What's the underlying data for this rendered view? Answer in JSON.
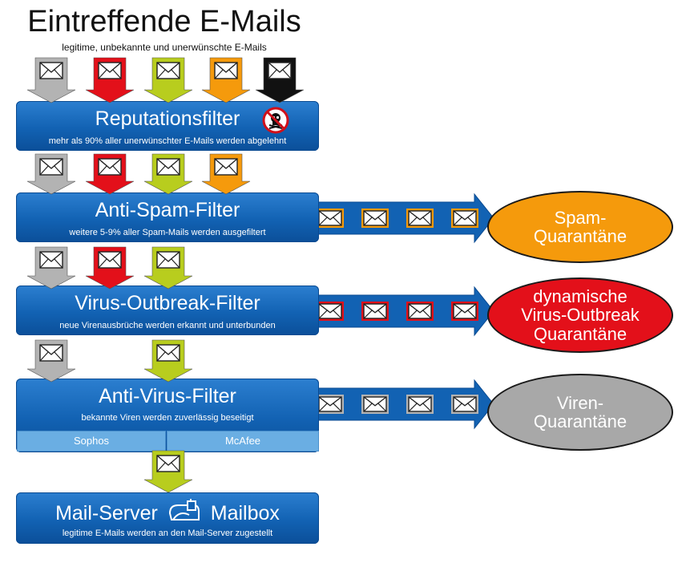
{
  "header": {
    "title": "Eintreffende E-Mails",
    "subtitle": "legitime, unbekannte und unerwünschte E-Mails"
  },
  "colors": {
    "grey": "#b3b3b3",
    "red": "#e3101a",
    "green": "#b8cd1e",
    "orange": "#f59a0c",
    "black": "#111111",
    "filter_blue": "#1262b3",
    "engine_blue": "#6aaee3",
    "spam_quarantine": "#f59a0c",
    "virus_outbreak_quarantine": "#e3101a",
    "virus_quarantine": "#a8a8a8"
  },
  "filters": [
    {
      "title": "Reputationsfilter",
      "subtitle": "mehr als 90% aller unerwünschter E-Mails werden abgelehnt",
      "icon": "skull-prohibited-icon"
    },
    {
      "title": "Anti-Spam-Filter",
      "subtitle": "weitere 5-9% aller Spam-Mails werden ausgefiltert"
    },
    {
      "title": "Virus-Outbreak-Filter",
      "subtitle": "neue Virenausbrüche werden erkannt und unterbunden"
    },
    {
      "title": "Anti-Virus-Filter",
      "subtitle": "bekannte Viren werden zuverlässig beseitigt",
      "engines": [
        "Sophos",
        "McAfee"
      ]
    },
    {
      "title_left": "Mail-Server",
      "title_right": "Mailbox",
      "subtitle": "legitime E-Mails werden an den Mail-Server zugestellt",
      "icon": "mailbox-icon"
    }
  ],
  "quarantines": [
    {
      "label": "Spam-\nQuarantäne"
    },
    {
      "label": "dynamische\nVirus-Outbreak\nQuarantäne"
    },
    {
      "label": "Viren-\nQuarantäne"
    }
  ],
  "mail_rows": [
    [
      "grey",
      "red",
      "green",
      "orange",
      "black"
    ],
    [
      "grey",
      "red",
      "green",
      "orange"
    ],
    [
      "grey",
      "red",
      "green"
    ],
    [
      "grey",
      "green"
    ],
    [
      "green"
    ]
  ],
  "diverted_mail": [
    {
      "color": "orange",
      "count": 4
    },
    {
      "color": "red",
      "count": 4
    },
    {
      "color": "grey",
      "count": 4
    }
  ]
}
